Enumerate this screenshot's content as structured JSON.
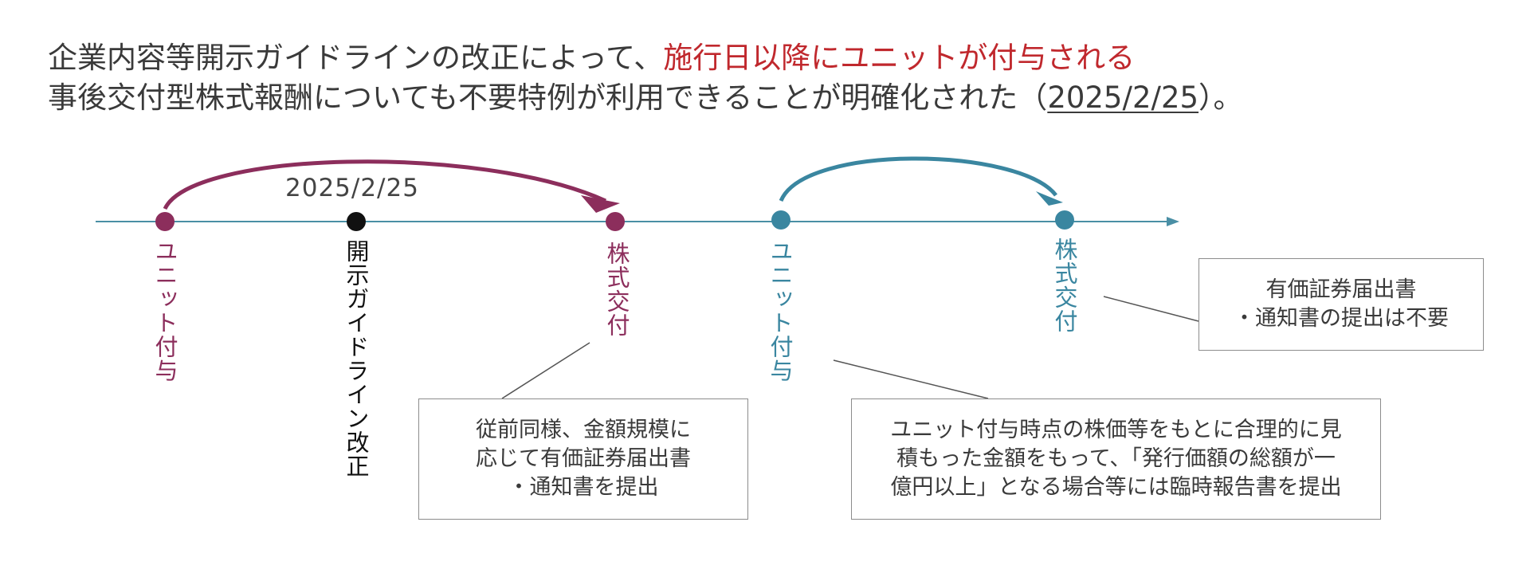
{
  "headline": {
    "line1_plain": "企業内容等開示ガイドラインの改正によって、",
    "line1_highlight": "施行日以降にユニットが付与される",
    "line2_before": "事後交付型株式報酬についても不要特例が利用できることが明確化された（",
    "line2_date": "2025/2/25",
    "line2_after": "）。"
  },
  "timeline": {
    "date_label": "2025/2/25",
    "points": {
      "unit_grant_before": "ユニット付与",
      "guideline_revision": "開示ガイドライン改正",
      "share_delivery_before": "株式交付",
      "unit_grant_after": "ユニット付与",
      "share_delivery_after": "株式交付"
    }
  },
  "notes": {
    "before": "従前同様、金額規模に\n応じて有価証券届出書\n・通知書を提出",
    "after": "ユニット付与時点の株価等をもとに合理的に見\n積もった金額をもって、「発行価額の総額が一\n億円以上」となる場合等には臨時報告書を提出",
    "not_required": "有価証券届出書\n・通知書の提出は不要"
  },
  "colors": {
    "text": "#3a3a3a",
    "highlight": "#c0282d",
    "before_series": "#8c2e5c",
    "after_series": "#3a86a0",
    "timeline_axis": "#4a8fa5",
    "guideline_point": "#111111",
    "leader_line": "#555555",
    "box_border": "#8c8c8c"
  }
}
